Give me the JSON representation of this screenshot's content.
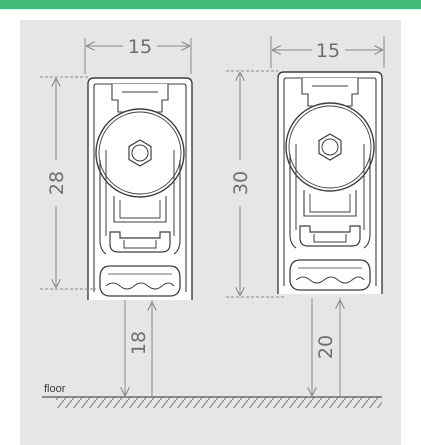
{
  "colors": {
    "accent_bar": "#43b97a",
    "panel": "#e6e6e6",
    "dim_line": "#8a8a8a",
    "profile_fill": "#ffffff",
    "profile_stroke": "#3f3f3f"
  },
  "left_profile": {
    "width_label": "15",
    "height_label": "28",
    "drop_label": "18"
  },
  "right_profile": {
    "width_label": "15",
    "height_label": "30",
    "drop_label": "20"
  },
  "floor_label": "floor"
}
